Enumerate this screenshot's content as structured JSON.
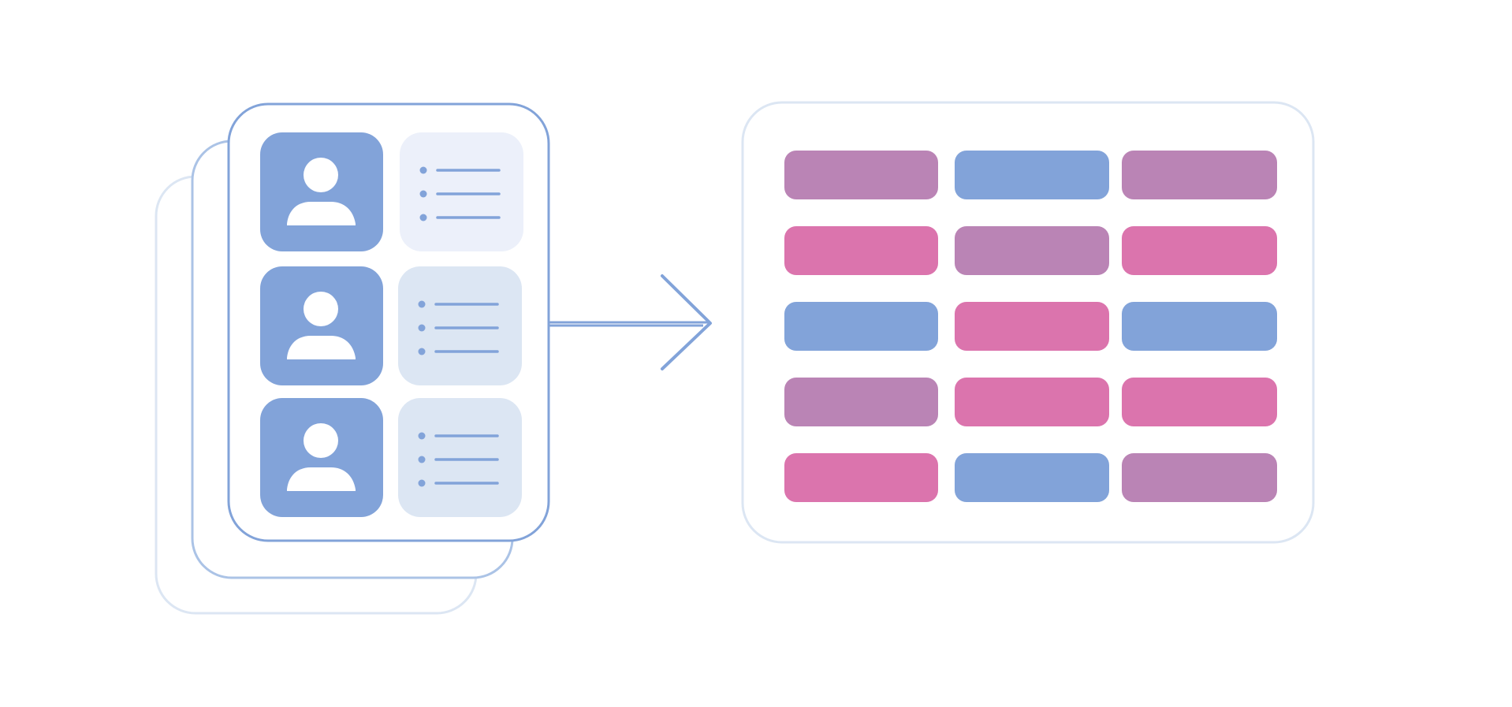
{
  "colors": {
    "background": "#ffffff",
    "stack_back": "#dce6f3",
    "stack_middle": "#abc3e6",
    "stack_front": "#82a3d9",
    "profile_tile": "#82a3d9",
    "avatar": "#ffffff",
    "list_tile_first": "#ecf0fa",
    "list_tile_rest": "#dce6f3",
    "list_line": "#82a3d9",
    "arrow": "#82a3d9",
    "grid_frame": "#dce6f3",
    "cell_purple": "#ba84b5",
    "cell_blue": "#82a3d9",
    "cell_pink": "#db74ad"
  },
  "records": [
    {
      "lines": 3
    },
    {
      "lines": 3
    },
    {
      "lines": 3
    }
  ],
  "grid": {
    "rows": [
      [
        "purple",
        "blue",
        "purple"
      ],
      [
        "pink",
        "purple",
        "pink"
      ],
      [
        "blue",
        "pink",
        "blue"
      ],
      [
        "purple",
        "pink",
        "pink"
      ],
      [
        "pink",
        "blue",
        "purple"
      ]
    ]
  }
}
